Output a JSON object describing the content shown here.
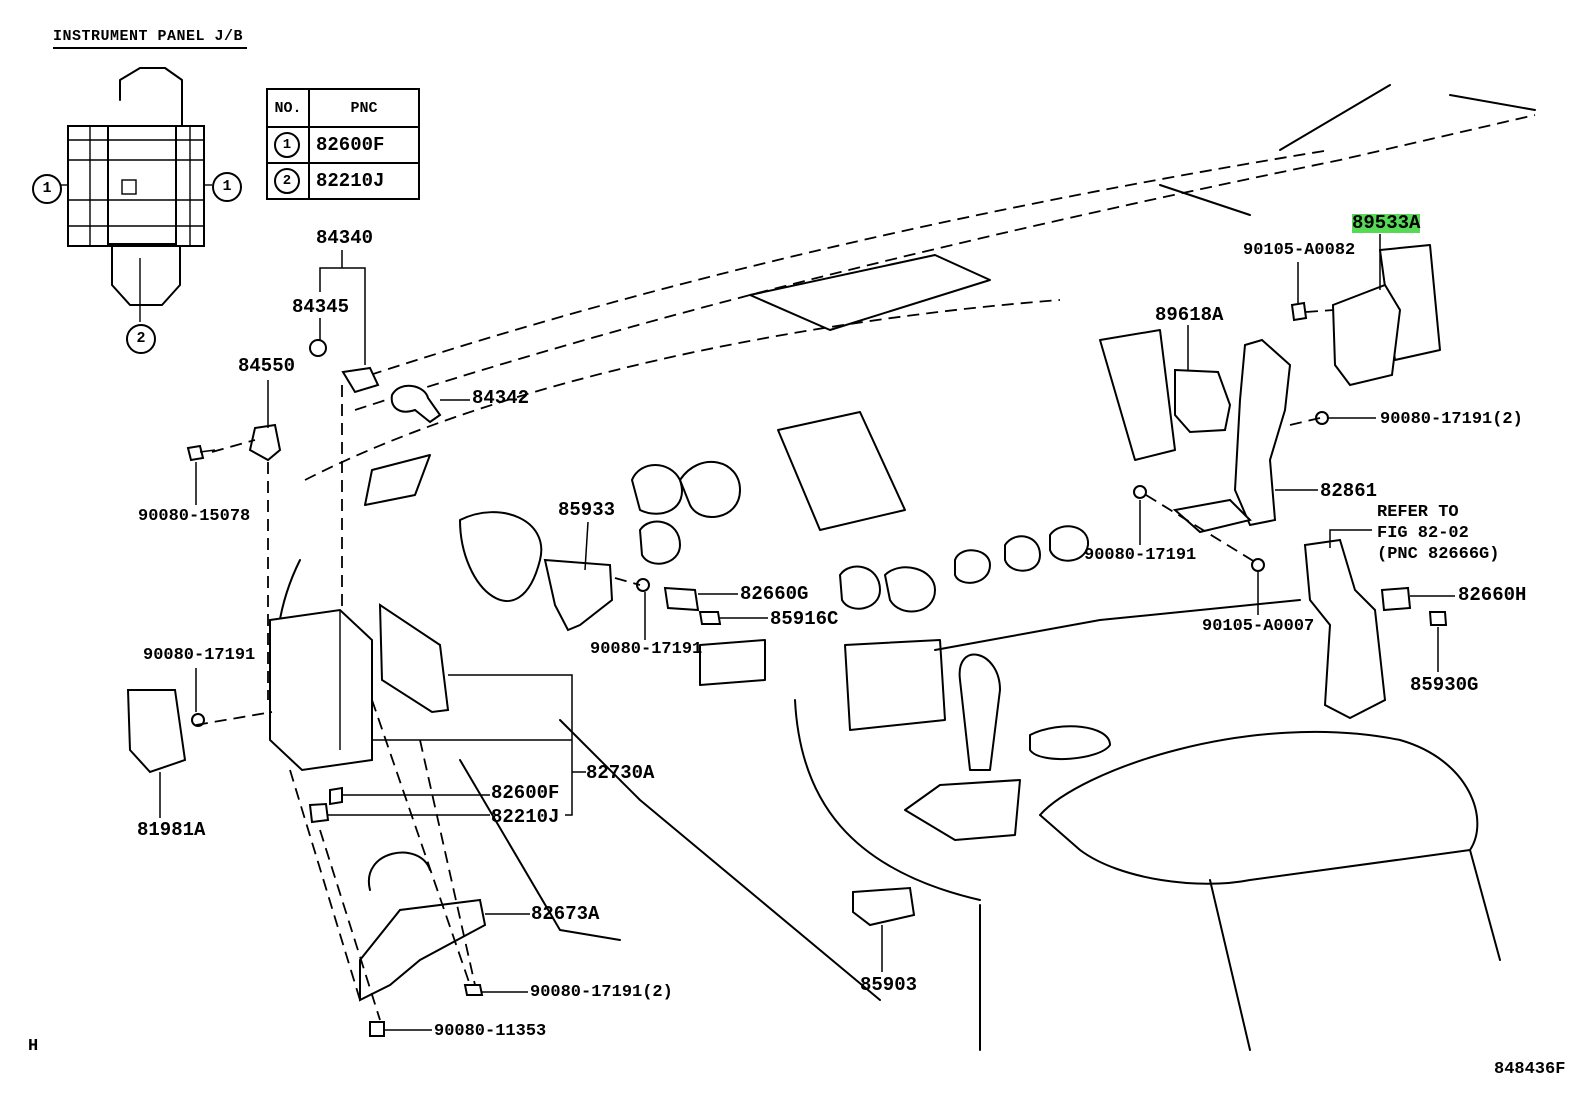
{
  "jb_title": "INSTRUMENT PANEL J/B",
  "table": {
    "headers": [
      "NO.",
      "PNC"
    ],
    "rows": [
      {
        "no": "1",
        "pnc": "82600F"
      },
      {
        "no": "2",
        "pnc": "82210J"
      }
    ]
  },
  "callouts": {
    "c1_left": "1",
    "c1_right": "1",
    "c2": "2"
  },
  "labels": {
    "p84340": "84340",
    "p84345": "84345",
    "p84550": "84550",
    "p84342": "84342",
    "p90080_15078": "90080-15078",
    "p85933": "85933",
    "p82660G": "82660G",
    "p85916C": "85916C",
    "p90080_17191_mid": "90080-17191",
    "p90080_17191_left": "90080-17191",
    "p81981A": "81981A",
    "p82730A": "82730A",
    "p82600F": "82600F",
    "p82210J": "82210J",
    "p82673A": "82673A",
    "p90080_17191_2_bottom": "90080-17191(2)",
    "p90080_11353": "90080-11353",
    "p85903": "85903",
    "p89533A": "89533A",
    "p90105_A0082": "90105-A0082",
    "p89618A": "89618A",
    "p90080_17191_2_right": "90080-17191(2)",
    "p82861": "82861",
    "p90080_17191_right": "90080-17191",
    "refer_1": "REFER TO",
    "refer_2": "FIG 82-02",
    "refer_3": "(PNC 82666G)",
    "p90105_A0007": "90105-A0007",
    "p82660H": "82660H",
    "p85930G": "85930G"
  },
  "corner_left": "H",
  "figure_code": "848436F",
  "highlight_color": "#57d957"
}
